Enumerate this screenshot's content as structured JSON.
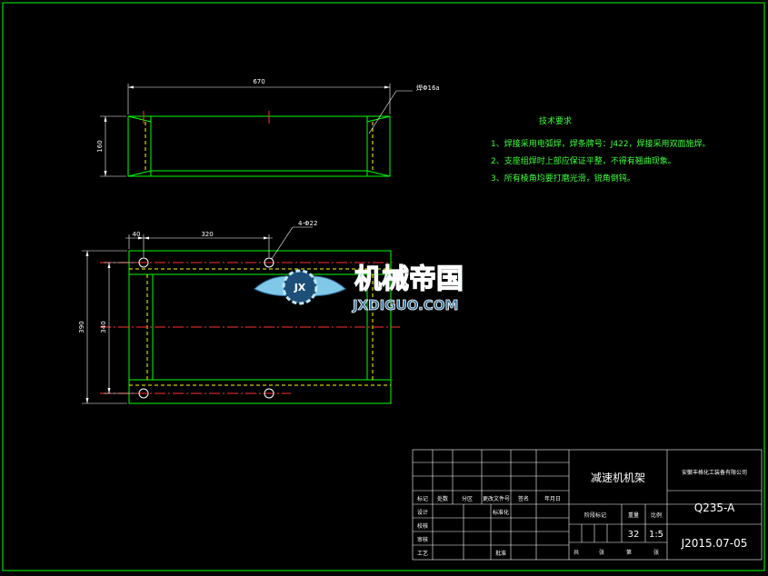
{
  "drawing": {
    "dims": {
      "top_width": "670",
      "top_height": "160",
      "weld_note": "焊Φ16a",
      "hole_offset": "40",
      "hole_pitch": "320",
      "holes": "4-Φ22",
      "outer_height": "390",
      "inner_height": "340"
    },
    "tech": {
      "title": "技术要求",
      "items": [
        "1、焊接采用电弧焊，焊条牌号：J422，焊接采用双面施焊。",
        "2、支座组焊时上部应保证平整，不得有翘曲现象。",
        "3、所有棱角均要打磨光滑，锐角倒钝。"
      ]
    },
    "watermark": {
      "cn": "机械帝国",
      "en": "JXDIGUO.COM",
      "badge": "JX"
    }
  },
  "title_block": {
    "name": "减速机机架",
    "company": "安徽丰格化工装备有限公司",
    "material": "Q235-A",
    "code": "J2015.07-05",
    "weight": "32",
    "scale": "1:5",
    "labels": {
      "mark": "标记",
      "count": "处数",
      "zone": "分区",
      "doc_no": "更改文件号",
      "sign": "签名",
      "date": "年月日",
      "design": "设计",
      "check": "校核",
      "process": "审核",
      "craft": "工艺",
      "standard": "标准化",
      "approve": "批准",
      "stage": "阶段标记",
      "weight_label": "重量",
      "scale_label": "比例",
      "total": "共",
      "sheet": "张",
      "page": "第",
      "page_sheet": "张"
    }
  }
}
